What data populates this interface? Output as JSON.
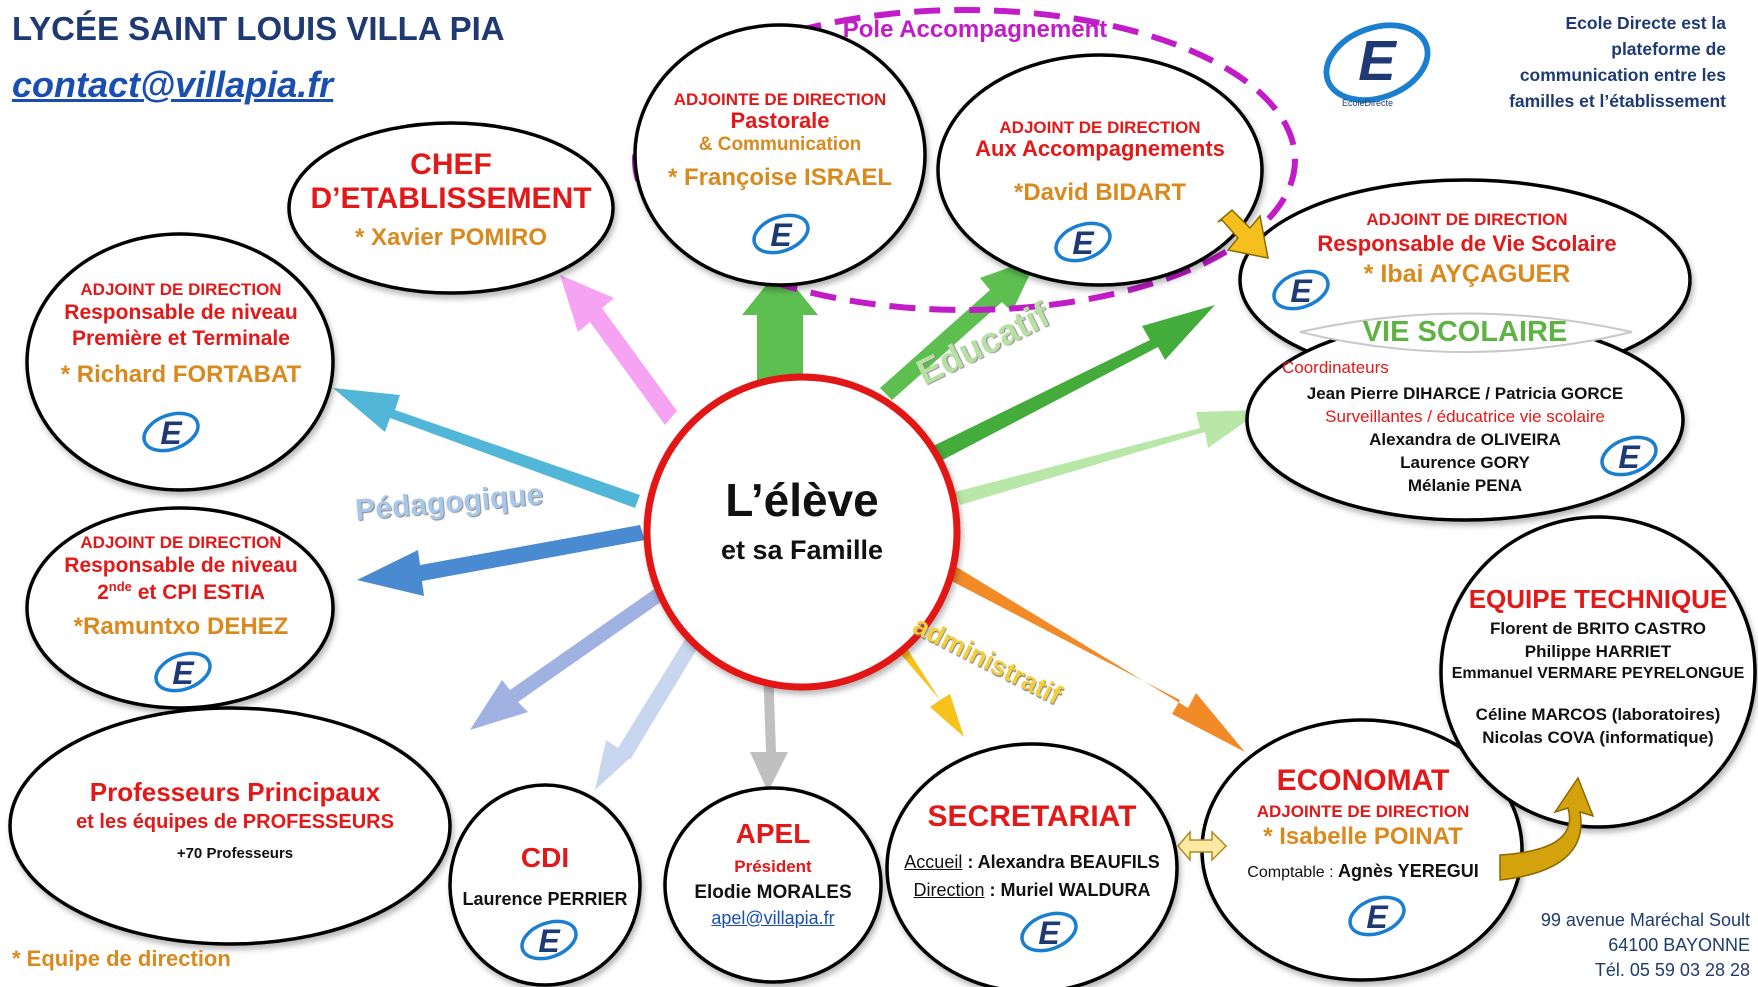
{
  "header": {
    "school_name": "LYCÉE SAINT LOUIS VILLA PIA",
    "email": "contact@villapia.fr"
  },
  "ecole_directe": {
    "logo_caption": "EcoleDirecte",
    "description_lines": [
      "Ecole Directe est la",
      "plateforme de",
      "communication entre les",
      "familles et l’établissement"
    ]
  },
  "pole": {
    "label": "Pole Accompagnement"
  },
  "center": {
    "title": "L’élève",
    "subtitle": "et sa Famille"
  },
  "branch_labels": {
    "educatif": "Educatif",
    "pedagogique": "Pédagogique",
    "administratif": "administratif"
  },
  "nodes": {
    "chef": {
      "line1": "CHEF",
      "line2": "D’ETABLISSEMENT",
      "person": "* Xavier POMIRO"
    },
    "pastorale": {
      "role": "ADJOINTE DE DIRECTION",
      "line1": "Pastorale",
      "line2": "& Communication",
      "person": "* Françoise ISRAEL"
    },
    "accompagnements": {
      "role": "ADJOINT DE DIRECTION",
      "line1": "Aux Accompagnements",
      "person": "*David BIDART"
    },
    "vie_scolaire_head": {
      "role": "ADJOINT DE DIRECTION",
      "line1": "Responsable de Vie Scolaire",
      "person": "* Ibai AYÇAGUER"
    },
    "vie_scolaire": {
      "title": "VIE SCOLAIRE",
      "coord_label": "Coordinateurs",
      "coord_names": "Jean Pierre DIHARCE / Patricia GORCE",
      "surv_label": "Surveillantes / éducatrice vie scolaire",
      "names": [
        "Alexandra de OLIVEIRA",
        "Laurence GORY",
        "Mélanie PENA"
      ]
    },
    "premiere": {
      "role": "ADJOINT DE DIRECTION",
      "line1": "Responsable de niveau",
      "line2": "Première et Terminale",
      "person": "* Richard FORTABAT"
    },
    "seconde": {
      "role": "ADJOINT DE DIRECTION",
      "line1": "Responsable de niveau",
      "line2_main": "2",
      "line2_sup": "nde",
      "line2_rest": " et CPI ESTIA",
      "person": "*Ramuntxo DEHEZ"
    },
    "profs": {
      "line1": "Professeurs Principaux",
      "line2": "et les équipes de PROFESSEURS",
      "line3": "+70 Professeurs"
    },
    "cdi": {
      "title": "CDI",
      "person": "Laurence PERRIER"
    },
    "apel": {
      "title": "APEL",
      "role": "Président",
      "person": "Elodie MORALES",
      "email": "apel@villapia.fr"
    },
    "secretariat": {
      "title": "SECRETARIAT",
      "l1_label": "Accueil",
      "l1_name": " : Alexandra BEAUFILS",
      "l2_label": "Direction",
      "l2_name": " : Muriel WALDURA"
    },
    "economat": {
      "title": "ECONOMAT",
      "role": "ADJOINTE DE DIRECTION",
      "person": "* Isabelle POINAT",
      "comptable_label": "Comptable : ",
      "comptable_name": "Agnès YEREGUI"
    },
    "technique": {
      "title": "EQUIPE TECHNIQUE",
      "names": [
        "Florent de BRITO CASTRO",
        "Philippe HARRIET",
        "Emmanuel VERMARE PEYRELONGUE"
      ],
      "names2": [
        "Céline MARCOS (laboratoires)",
        "Nicolas COVA (informatique)"
      ]
    }
  },
  "footer": {
    "legend": "* Equipe de direction",
    "address_lines": [
      "99 avenue Maréchal Soult",
      "64100 BAYONNE",
      "Tél. 05 59 03 28 28"
    ]
  },
  "colors": {
    "navy": "#1f3a73",
    "red": "#e31818",
    "orange": "#d98a1e",
    "green": "#5fb244",
    "pole_dash": "#c21cc9"
  }
}
